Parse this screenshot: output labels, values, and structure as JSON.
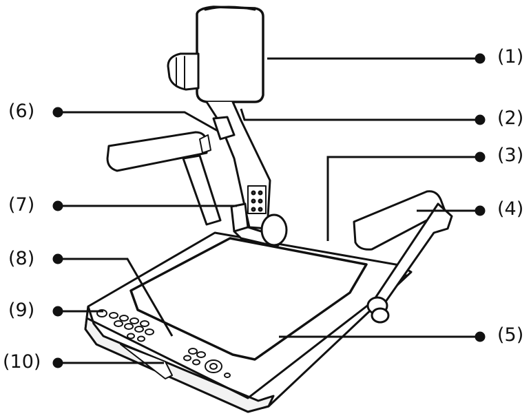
{
  "callouts": [
    {
      "id": "1",
      "label": "(1)"
    },
    {
      "id": "2",
      "label": "(2)"
    },
    {
      "id": "3",
      "label": "(3)"
    },
    {
      "id": "4",
      "label": "(4)"
    },
    {
      "id": "5",
      "label": "(5)"
    },
    {
      "id": "6",
      "label": "(6)"
    },
    {
      "id": "7",
      "label": "(7)"
    },
    {
      "id": "8",
      "label": "(8)"
    },
    {
      "id": "9",
      "label": "(9)"
    },
    {
      "id": "10",
      "label": "(10)"
    }
  ]
}
